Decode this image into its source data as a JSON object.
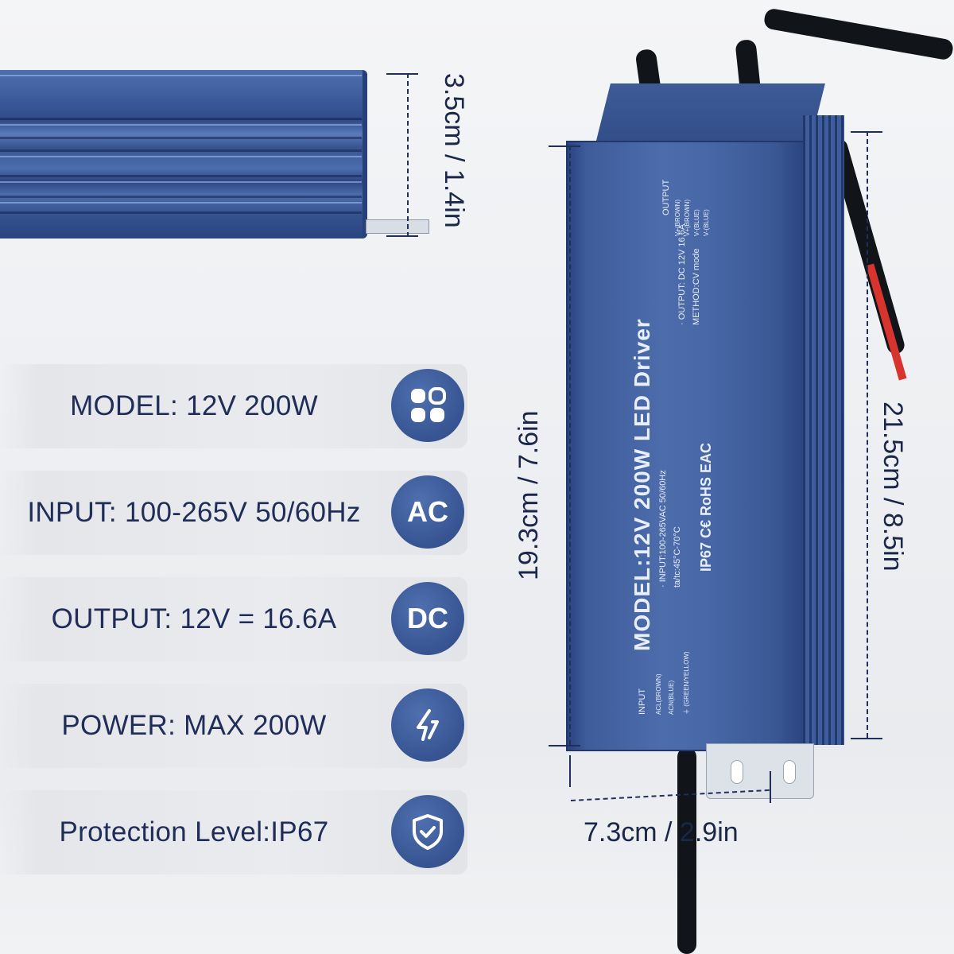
{
  "dimensions": {
    "height": "3.5cm / 1.4in",
    "length": "19.3cm / 7.6in",
    "total_length": "21.5cm / 8.5in",
    "width": "7.3cm / 2.9in"
  },
  "specs": [
    {
      "label": "MODEL: 12V 200W",
      "icon": "module-icon",
      "badge": ""
    },
    {
      "label": "INPUT: 100-265V 50/60Hz",
      "icon": "",
      "badge": "AC"
    },
    {
      "label": "OUTPUT: 12V = 16.6A",
      "icon": "",
      "badge": "DC"
    },
    {
      "label": "POWER: MAX 200W",
      "icon": "lightning-icon",
      "badge": ""
    },
    {
      "label": "Protection Level:IP67",
      "icon": "shield-check-icon",
      "badge": ""
    }
  ],
  "driver_label": {
    "model": "MODEL:12V 200W  LED Driver",
    "input_line": "· INPUT:100-265VAC 50/60Hz",
    "temp_line": "ta/tc:45°C-70°C",
    "output_line": "· OUTPUT: DC 12V 16.6A",
    "method_line": "METHOD:CV mode",
    "certs": "IP67 C€ RoHS EAC",
    "output_header": "OUTPUT",
    "output_pins": [
      "V+(BROWN)",
      "V+(BROWN)",
      "V-(BLUE)",
      "V-(BLUE)"
    ],
    "input_header": "INPUT",
    "input_pins": [
      "ACL(BROWN)",
      "ACN(BLUE)",
      "⏚ (GREEN/YELLOW)"
    ]
  },
  "colors": {
    "accent": "#3a5896",
    "text": "#1f2f59",
    "housing": "#4767a6"
  }
}
